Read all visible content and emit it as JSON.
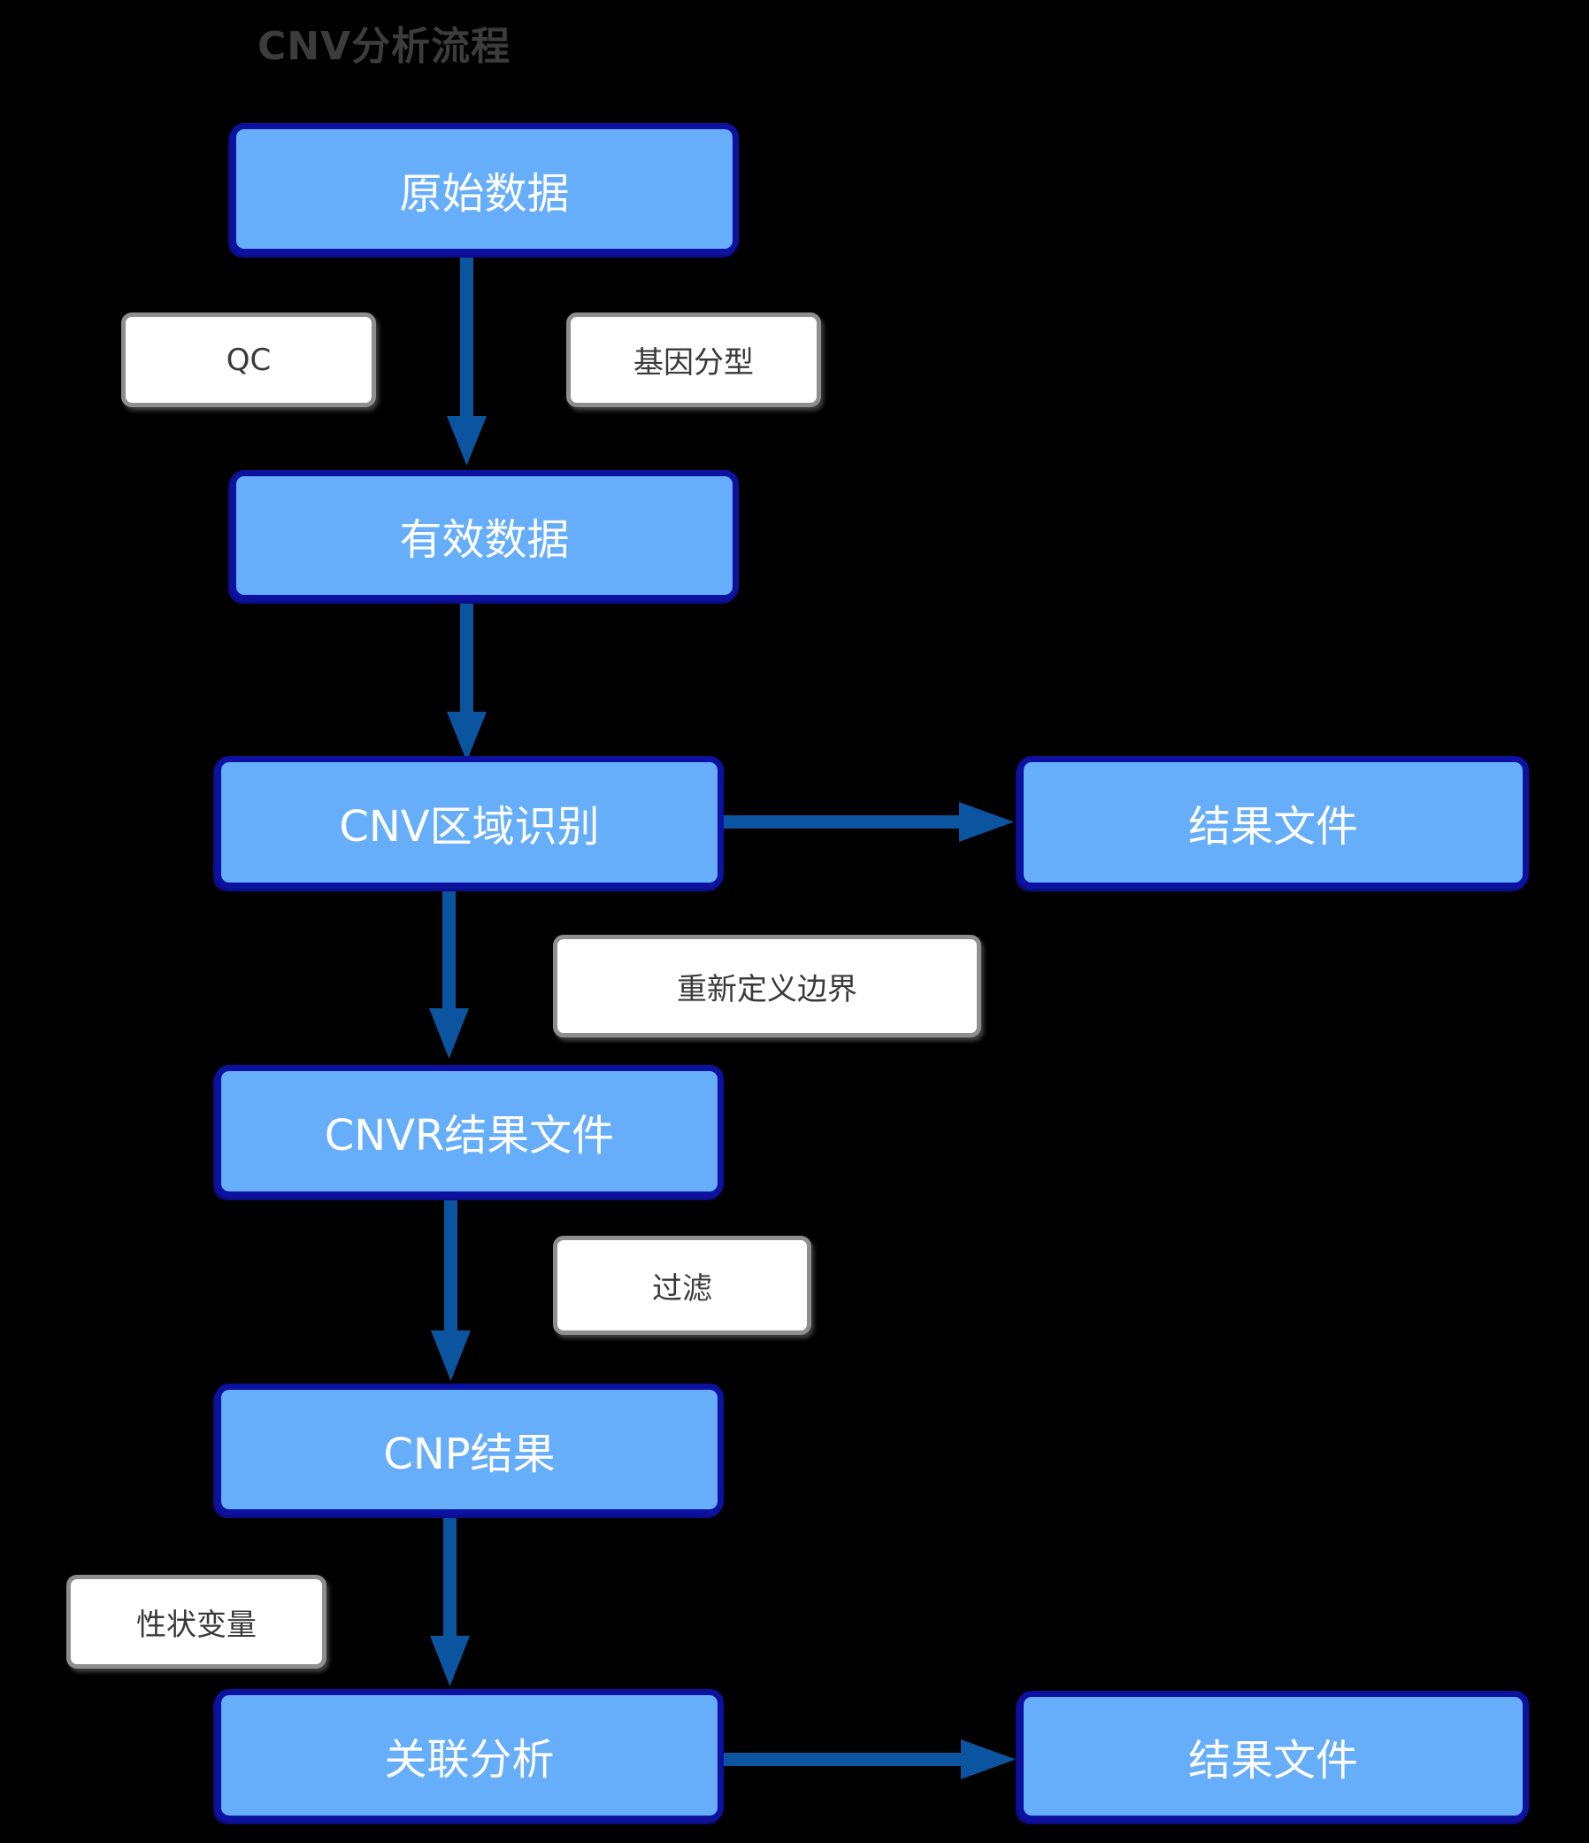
{
  "title": {
    "text": "CNV分析流程"
  },
  "colors": {
    "background": "#000000",
    "node_fill": "#66AEFA",
    "node_border": "#0C119F",
    "node_text": "#FFFFFF",
    "edge_label_fill": "#FFFFFF",
    "edge_label_border": "#8E8E8E",
    "edge_label_text": "#3A3A3A",
    "arrow": "#0B549F",
    "title_text": "#3C3C3C"
  },
  "nodes": [
    {
      "id": "raw-data",
      "label": "原始数据"
    },
    {
      "id": "valid-data",
      "label": "有效数据"
    },
    {
      "id": "cnv-region-identification",
      "label": "CNV区域识别"
    },
    {
      "id": "result-file-top",
      "label": "结果文件"
    },
    {
      "id": "cnvr-result-file",
      "label": "CNVR结果文件"
    },
    {
      "id": "cnp-result",
      "label": "CNP结果"
    },
    {
      "id": "association-analysis",
      "label": "关联分析"
    },
    {
      "id": "result-file-bottom",
      "label": "结果文件"
    }
  ],
  "edge_labels": [
    {
      "id": "qc",
      "text": "QC"
    },
    {
      "id": "genotyping",
      "text": "基因分型"
    },
    {
      "id": "redefine-boundary",
      "text": "重新定义边界"
    },
    {
      "id": "filter",
      "text": "过滤"
    },
    {
      "id": "trait-variable",
      "text": "性状变量"
    }
  ],
  "edges": [
    {
      "from": "原始数据",
      "to": "有效数据",
      "labels": [
        "QC",
        "基因分型"
      ],
      "direction": "down"
    },
    {
      "from": "有效数据",
      "to": "CNV区域识别",
      "labels": [],
      "direction": "down"
    },
    {
      "from": "CNV区域识别",
      "to": "结果文件",
      "labels": [],
      "direction": "right"
    },
    {
      "from": "CNV区域识别",
      "to": "CNVR结果文件",
      "labels": [
        "重新定义边界"
      ],
      "direction": "down"
    },
    {
      "from": "CNVR结果文件",
      "to": "CNP结果",
      "labels": [
        "过滤"
      ],
      "direction": "down"
    },
    {
      "from": "CNP结果",
      "to": "关联分析",
      "labels": [
        "性状变量"
      ],
      "direction": "down"
    },
    {
      "from": "关联分析",
      "to": "结果文件",
      "labels": [],
      "direction": "right"
    }
  ]
}
